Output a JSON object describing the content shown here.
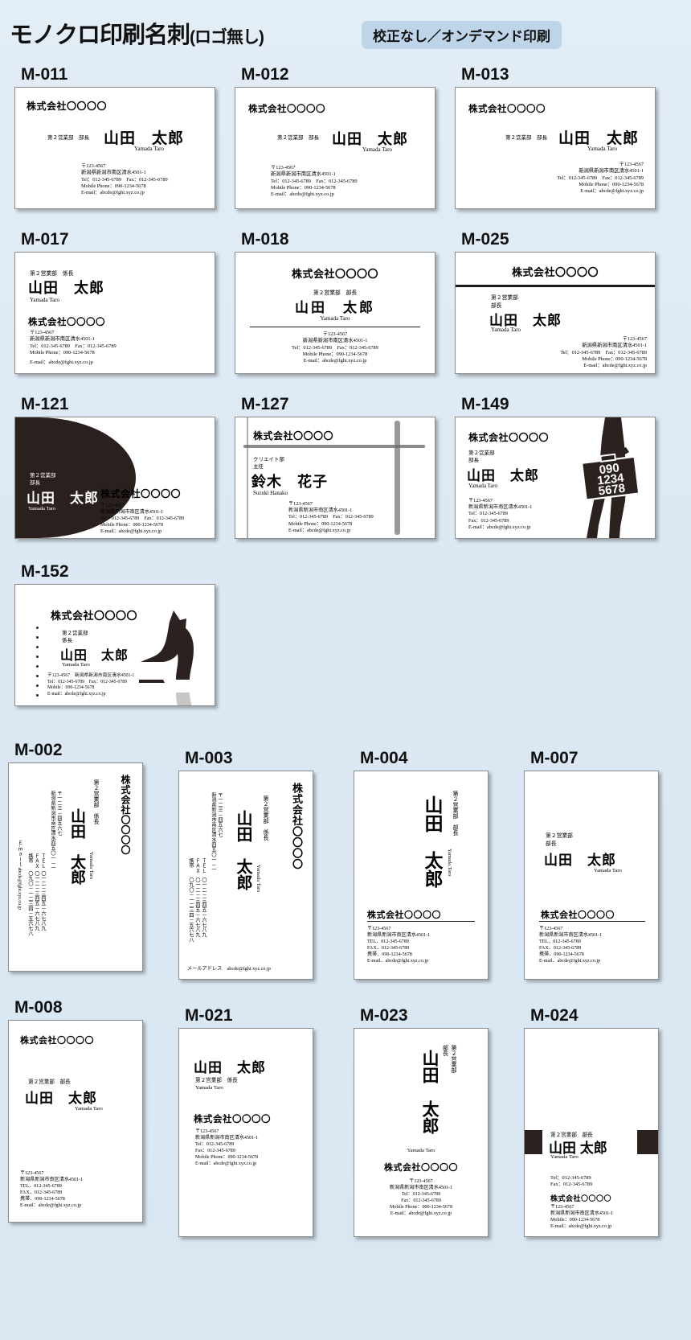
{
  "header": {
    "title_main": "モノクロ印刷名刺",
    "title_sub": "(ロゴ無し)",
    "badge": "校正なし／オンデマンド印刷"
  },
  "common": {
    "company": "株式会社〇〇〇〇",
    "dept": "第２営業部",
    "title_kakaricho": "係長",
    "title_bucho": "部長",
    "name_kanji": "山田　太郎",
    "name_kanji_tight": "山田 太郎",
    "name_roman": "Yamada Taro",
    "zip": "〒123-4567",
    "address": "新潟県新潟市南区清水4501-1",
    "tel_fax": "Tel：012-345-6789　Fax：012-345-6789",
    "tel": "Tel：012-345-6789",
    "fax": "Fax：012-345-6789",
    "mobile": "Mobile Phone：090-1234-5678",
    "mobile_short": "Mobile：090-1234-5678",
    "email": "E-mail：abcde@fghi.xyz.co.jp",
    "name_v_yamada": "山田",
    "name_v_taro": "太郎",
    "company_v": "株式会社〇〇〇〇",
    "zip_v": "〒一二三－四五六七",
    "address_v": "新潟県新潟市南区清水四五〇一－一",
    "tel_v_label": "ＴＥＬ",
    "fax_v_label": "ＦＡＸ",
    "mobile_v_label": "携帯",
    "tel_v": "〇一二－三四五－六七八九",
    "fax_v": "〇一二－三四五－六七八九",
    "mobile_v": "〇九〇－一二三四－五六七八",
    "email_v_label": "Ｅ-ｍａｉｌ",
    "email_v": "abcde@fghi.xyz.co.jp",
    "email_label_kana": "メールアドレス"
  },
  "cards": [
    {
      "code": "M-011",
      "layout": "landscape"
    },
    {
      "code": "M-012",
      "layout": "landscape"
    },
    {
      "code": "M-013",
      "layout": "landscape"
    },
    {
      "code": "M-017",
      "layout": "landscape"
    },
    {
      "code": "M-018",
      "layout": "landscape"
    },
    {
      "code": "M-025",
      "layout": "landscape"
    },
    {
      "code": "M-121",
      "layout": "landscape"
    },
    {
      "code": "M-127",
      "layout": "landscape"
    },
    {
      "code": "M-149",
      "layout": "landscape"
    },
    {
      "code": "M-152",
      "layout": "landscape"
    },
    {
      "code": "M-002",
      "layout": "portrait"
    },
    {
      "code": "M-003",
      "layout": "portrait"
    },
    {
      "code": "M-004",
      "layout": "portrait"
    },
    {
      "code": "M-007",
      "layout": "portrait"
    },
    {
      "code": "M-008",
      "layout": "portrait"
    },
    {
      "code": "M-021",
      "layout": "portrait"
    },
    {
      "code": "M-023",
      "layout": "portrait"
    },
    {
      "code": "M-024",
      "layout": "portrait"
    }
  ],
  "m127": {
    "dept": "クリエイト部",
    "title": "主任",
    "name_kanji": "鈴木　花子",
    "name_roman": "Suzuki Hanako",
    "zip": "〒123-4567",
    "address": "新潟県新潟市南区清水4501-1",
    "tel_fax": "Tel：012-345-6789　Fax：012-345-6789",
    "mobile": "Mobile Phone：090-1234-5678",
    "email": "E-mail：abcde@fghi.xyz.co.jp"
  },
  "m149": {
    "case_line1": "090",
    "case_line2": "1234",
    "case_line3": "5678"
  },
  "m024": {
    "tel": "Tel：012-345-6789",
    "fax": "Fax：012-345-6789",
    "mobile": "Mobile：090-1234-5678"
  },
  "colors": {
    "background": "#dfeaf4",
    "badge": "#bed4e8",
    "ink": "#111111",
    "card": "#ffffff",
    "black_art": "#2b2220"
  }
}
